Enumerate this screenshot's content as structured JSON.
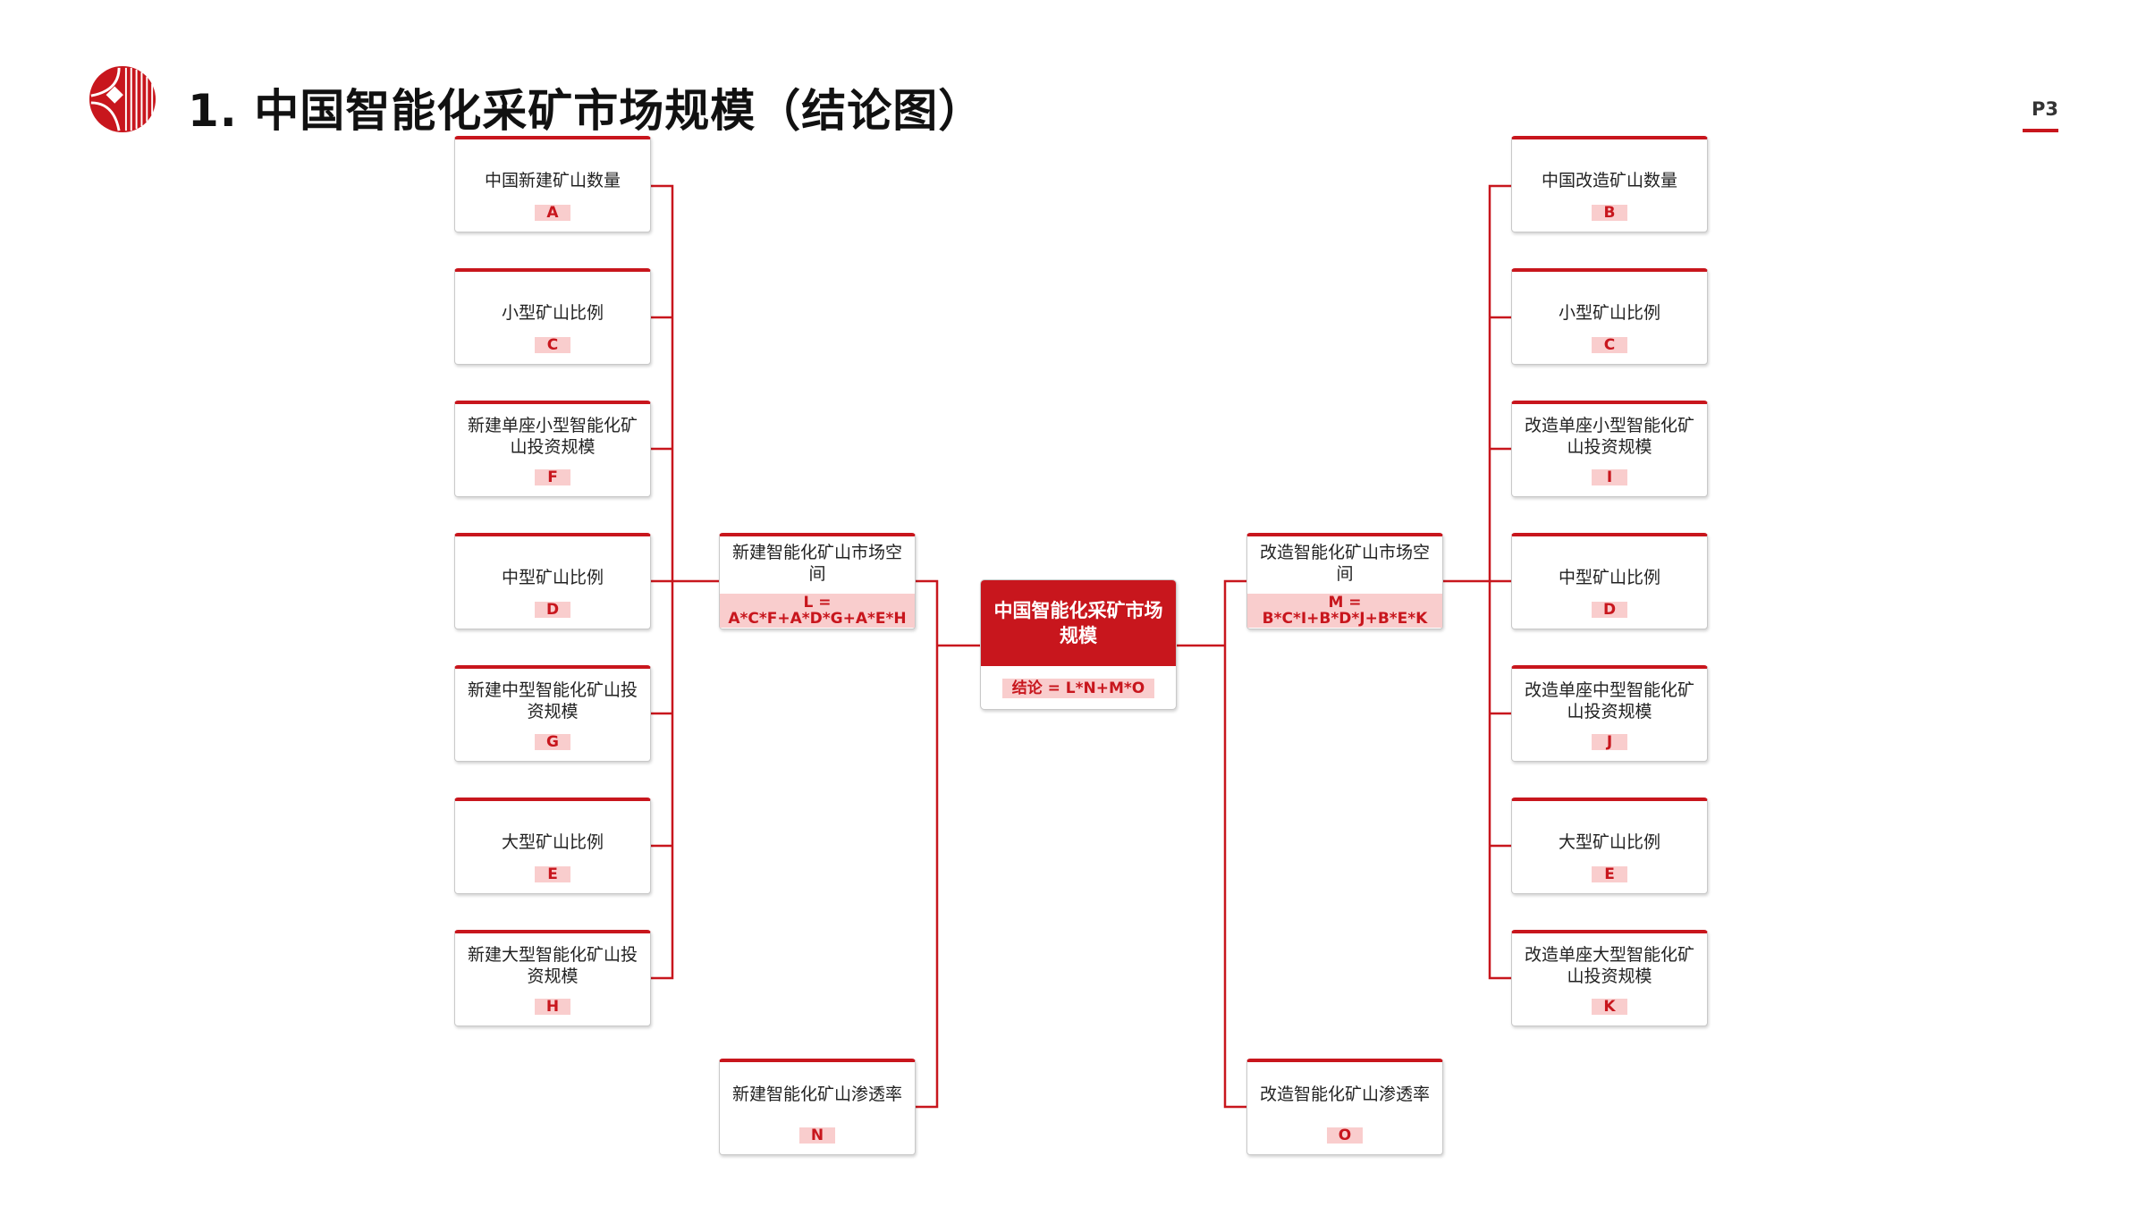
{
  "header": {
    "title": "1.  中国智能化采矿市场规模（结论图）",
    "page": "P3"
  },
  "colors": {
    "accent": "#c8161d",
    "code_bg": "#f9cdcd"
  },
  "center": {
    "label": "中国智能化采矿市场规模",
    "formula": "结论 = L*N+M*O"
  },
  "left_mid": {
    "label": "新建智能化矿山市场空间",
    "formula": "L = A*C*F+A*D*G+A*E*H"
  },
  "left_pen": {
    "label": "新建智能化矿山渗透率",
    "code": "N"
  },
  "right_mid": {
    "label": "改造智能化矿山市场空间",
    "formula": "M = B*C*I+B*D*J+B*E*K"
  },
  "right_pen": {
    "label": "改造智能化矿山渗透率",
    "code": "O"
  },
  "left_nodes": [
    {
      "label": "中国新建矿山数量",
      "code": "A"
    },
    {
      "label": "小型矿山比例",
      "code": "C"
    },
    {
      "label": "新建单座小型智能化矿山投资规模",
      "code": "F"
    },
    {
      "label": "中型矿山比例",
      "code": "D"
    },
    {
      "label": "新建中型智能化矿山投资规模",
      "code": "G"
    },
    {
      "label": "大型矿山比例",
      "code": "E"
    },
    {
      "label": "新建大型智能化矿山投资规模",
      "code": "H"
    }
  ],
  "right_nodes": [
    {
      "label": "中国改造矿山数量",
      "code": "B"
    },
    {
      "label": "小型矿山比例",
      "code": "C"
    },
    {
      "label": "改造单座小型智能化矿山投资规模",
      "code": "I"
    },
    {
      "label": "中型矿山比例",
      "code": "D"
    },
    {
      "label": "改造单座中型智能化矿山投资规模",
      "code": "J"
    },
    {
      "label": "大型矿山比例",
      "code": "E"
    },
    {
      "label": "改造单座大型智能化矿山投资规模",
      "code": "K"
    }
  ]
}
